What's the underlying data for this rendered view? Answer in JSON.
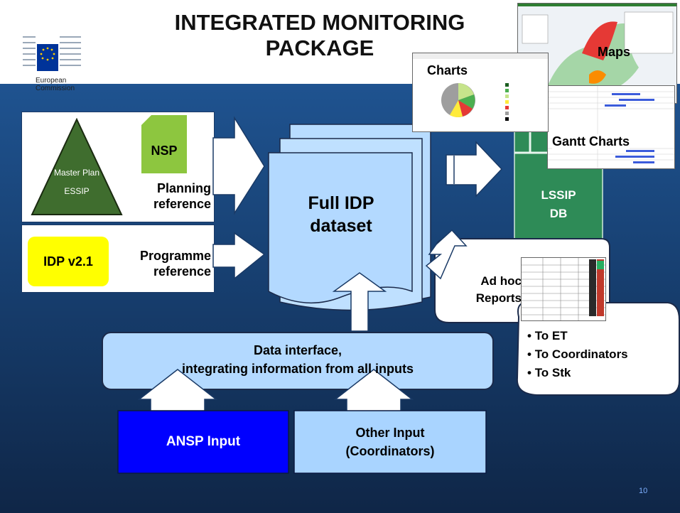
{
  "title_line1": "INTEGRATED MONITORING",
  "title_line2": "PACKAGE",
  "logo": {
    "line1": "European",
    "line2": "Commission"
  },
  "planning": {
    "triangle_line1": "Master Plan",
    "triangle_line2": "ESSIP",
    "nsp": "NSP",
    "label_line1": "Planning",
    "label_line2": "reference"
  },
  "programme": {
    "idp": "IDP v2.1",
    "label_line1": "Programme",
    "label_line2": "reference"
  },
  "dataset": {
    "line1": "Full IDP",
    "line2": "dataset"
  },
  "interface": {
    "line1": "Data interface,",
    "line2": "integrating information from all inputs"
  },
  "ansp": "ANSP Input",
  "other": {
    "line1": "Other Input",
    "line2": "(Coordinators)"
  },
  "lssip": {
    "line1": "LSSIP",
    "line2": "DB"
  },
  "adhoc": {
    "line1": "Ad hoc",
    "line2": "Reports"
  },
  "outputs": {
    "charts": "Charts",
    "maps": "Maps",
    "gantt": "Gantt Charts"
  },
  "distribution": [
    "To ET",
    "To Coordinators",
    "To Stk"
  ],
  "page_number": "10",
  "colors": {
    "background": "#1f5390",
    "triangle": "#3f6d2e",
    "nsp": "#8dc63f",
    "idp": "#ffff00",
    "ansp": "#0000ff",
    "light_blue": "#a9d4ff",
    "lssip": "#2e8b57"
  }
}
